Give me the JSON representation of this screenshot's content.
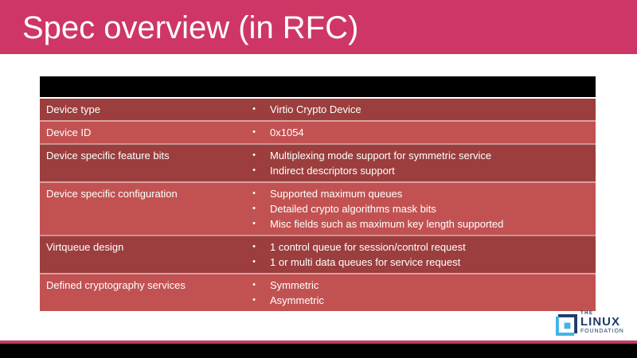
{
  "slide": {
    "title": "Spec overview (in RFC)",
    "colors": {
      "header_bg": "#ce3765",
      "table_header_bg": "#000000",
      "row_dark": "#9c3e3e",
      "row_light": "#c25252",
      "row_text": "#ffffff",
      "footer_line": "#c73a60",
      "footer_bar": "#000000",
      "logo_navy": "#1d3a6d",
      "logo_blue": "#3fb4e6"
    },
    "table": {
      "bullet": "•",
      "rows": [
        {
          "shade": "dark",
          "label": "Device type",
          "items": [
            "Virtio Crypto Device"
          ]
        },
        {
          "shade": "light",
          "label": "Device ID",
          "items": [
            "0x1054"
          ]
        },
        {
          "shade": "dark",
          "label": "Device specific feature bits",
          "items": [
            "Multiplexing mode support for symmetric service",
            "Indirect descriptors support"
          ]
        },
        {
          "shade": "light",
          "label": "Device specific configuration",
          "items": [
            "Supported maximum queues",
            "Detailed crypto algorithms mask bits",
            "Misc fields such as maximum key length supported"
          ]
        },
        {
          "shade": "dark",
          "label": "Virtqueue design",
          "items": [
            "1 control queue for session/control request",
            "1 or multi data queues for service request"
          ]
        },
        {
          "shade": "light",
          "label": "Defined cryptography services",
          "items": [
            "Symmetric",
            "Asymmetric"
          ]
        }
      ]
    },
    "logo": {
      "the": "THE",
      "line1": "LINUX",
      "line2": "FOUNDATION"
    }
  }
}
